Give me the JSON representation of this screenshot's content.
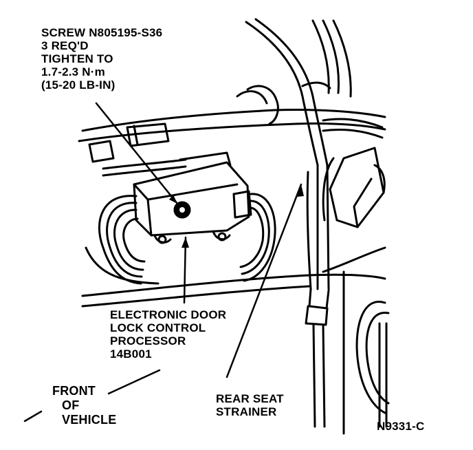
{
  "labels": {
    "screw": [
      "SCREW N805195-S36",
      "3 REQ'D",
      "TIGHTEN TO",
      "1.7-2.3 N·m",
      "(15-20 LB-IN)"
    ],
    "processor": [
      "ELECTRONIC DOOR",
      "LOCK CONTROL",
      "PROCESSOR",
      "14B001"
    ],
    "front": [
      "FRONT",
      "OF",
      "VEHICLE"
    ],
    "strainer": [
      "REAR SEAT",
      "STRAINER"
    ],
    "figure_id": "N9331-C"
  },
  "colors": {
    "ink": "#000000",
    "paper": "#ffffff"
  }
}
